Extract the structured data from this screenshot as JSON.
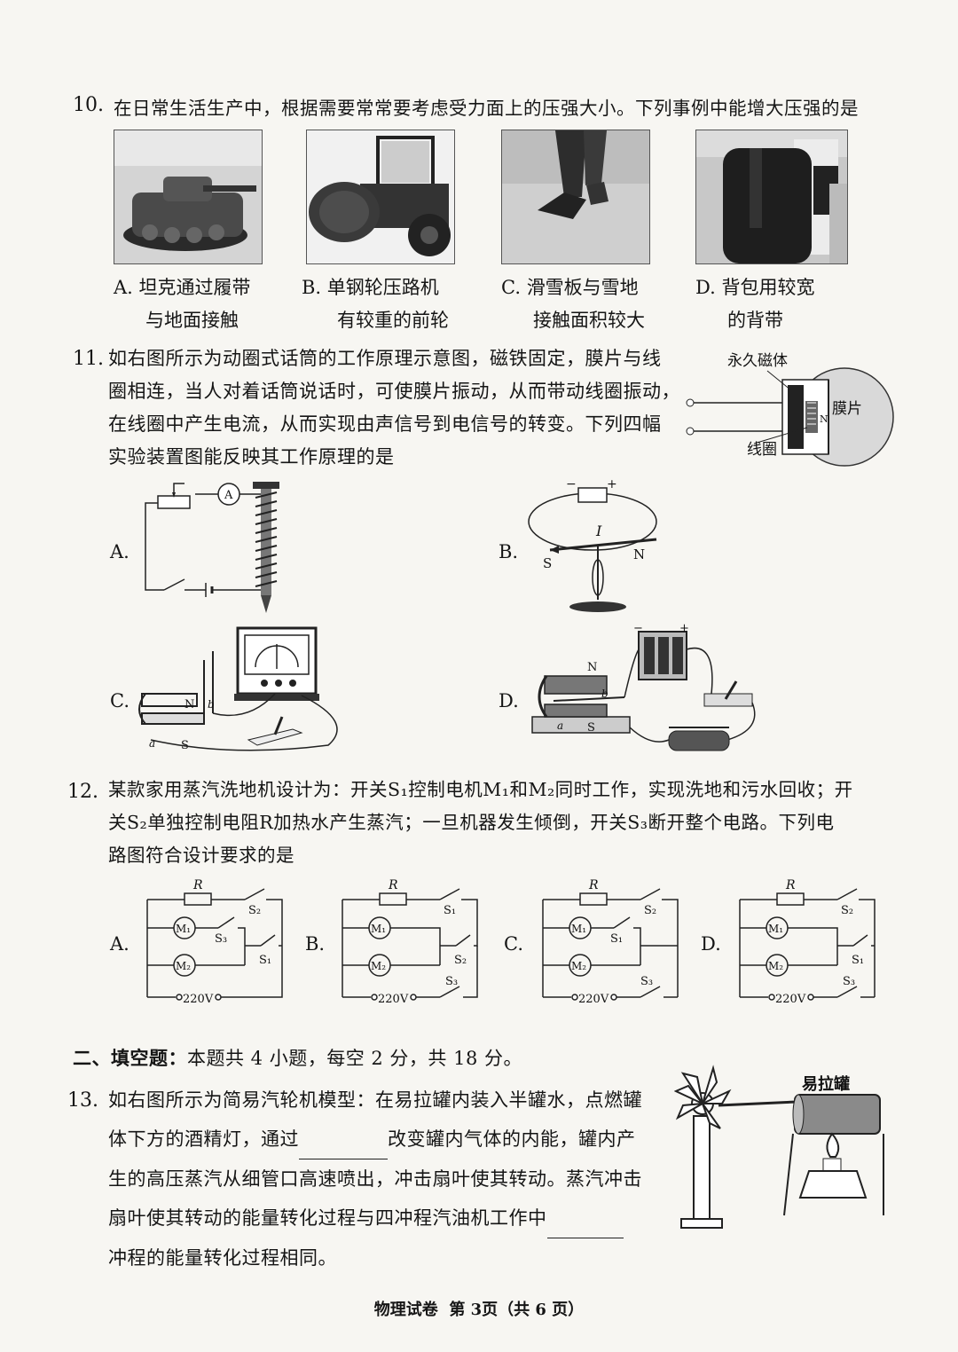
{
  "q10": {
    "number": "10.",
    "stem": "在日常生活生产中，根据需要常常要考虑受力面上的压强大小。下列事例中能增大压强的是",
    "options": [
      {
        "letter": "A.",
        "line1": "坦克通过履带",
        "line2": "与地面接触"
      },
      {
        "letter": "B.",
        "line1": "单钢轮压路机",
        "line2": "有较重的前轮"
      },
      {
        "letter": "C.",
        "line1": "滑雪板与雪地",
        "line2": "接触面积较大"
      },
      {
        "letter": "D.",
        "line1": "背包用较宽",
        "line2": "的背带"
      }
    ]
  },
  "q11": {
    "number": "11.",
    "lines": [
      "如右图所示为动圈式话筒的工作原理示意图，磁铁固定，膜片与线",
      "圈相连，当人对着话筒说话时，可使膜片振动，从而带动线圈振动，",
      "在线圈中产生电流，从而实现由声信号到电信号的转变。下列四幅",
      "实验装置图能反映其工作原理的是"
    ],
    "mic_labels": {
      "magnet": "永久磁体",
      "diaphragm": "膜片",
      "coil": "线圈",
      "pole": "N"
    },
    "options": {
      "a": "A.",
      "b": "B.",
      "c": "C.",
      "d": "D."
    },
    "fig_a": {
      "meter": "A"
    },
    "fig_b": {
      "minus": "−",
      "plus": "+",
      "current": "I",
      "s": "S",
      "n": "N"
    },
    "fig_c": {
      "n": "N",
      "s": "S",
      "a": "a",
      "b": "b"
    },
    "fig_d": {
      "n": "N",
      "s": "S",
      "a": "a",
      "b": "b",
      "minus": "−",
      "plus": "+"
    }
  },
  "q12": {
    "number": "12.",
    "lines": [
      "某款家用蒸汽洗地机设计为：开关S₁控制电机M₁和M₂同时工作，实现洗地和污水回收；开",
      "关S₂单独控制电阻R加热水产生蒸汽；一旦机器发生倾倒，开关S₃断开整个电路。下列电",
      "路图符合设计要求的是"
    ],
    "options": [
      "A.",
      "B.",
      "C.",
      "D."
    ],
    "circuit_labels": {
      "r": "R",
      "m1": "M₁",
      "m2": "M₂",
      "v": "220V",
      "s1": "S₁",
      "s2": "S₂",
      "s3": "S₃"
    }
  },
  "section2": {
    "title": "二、填空题：",
    "desc": "本题共 4 小题，每空 2 分，共 18 分。"
  },
  "q13": {
    "number": "13.",
    "line1": "如右图所示为简易汽轮机模型：在易拉罐内装入半罐水，点燃罐",
    "line2a": "体下方的酒精灯，通过",
    "line2b": "改变罐内气体的内能，罐内产",
    "line3": "生的高压蒸汽从细管口高速喷出，冲击扇叶使其转动。蒸汽冲击",
    "line4": "扇叶使其转动的能量转化过程与四冲程汽油机工作中",
    "line5": "冲程的能量转化过程相同。",
    "can_label": "易拉罐"
  },
  "footer": "物理试卷  第 3页（共 6 页）"
}
